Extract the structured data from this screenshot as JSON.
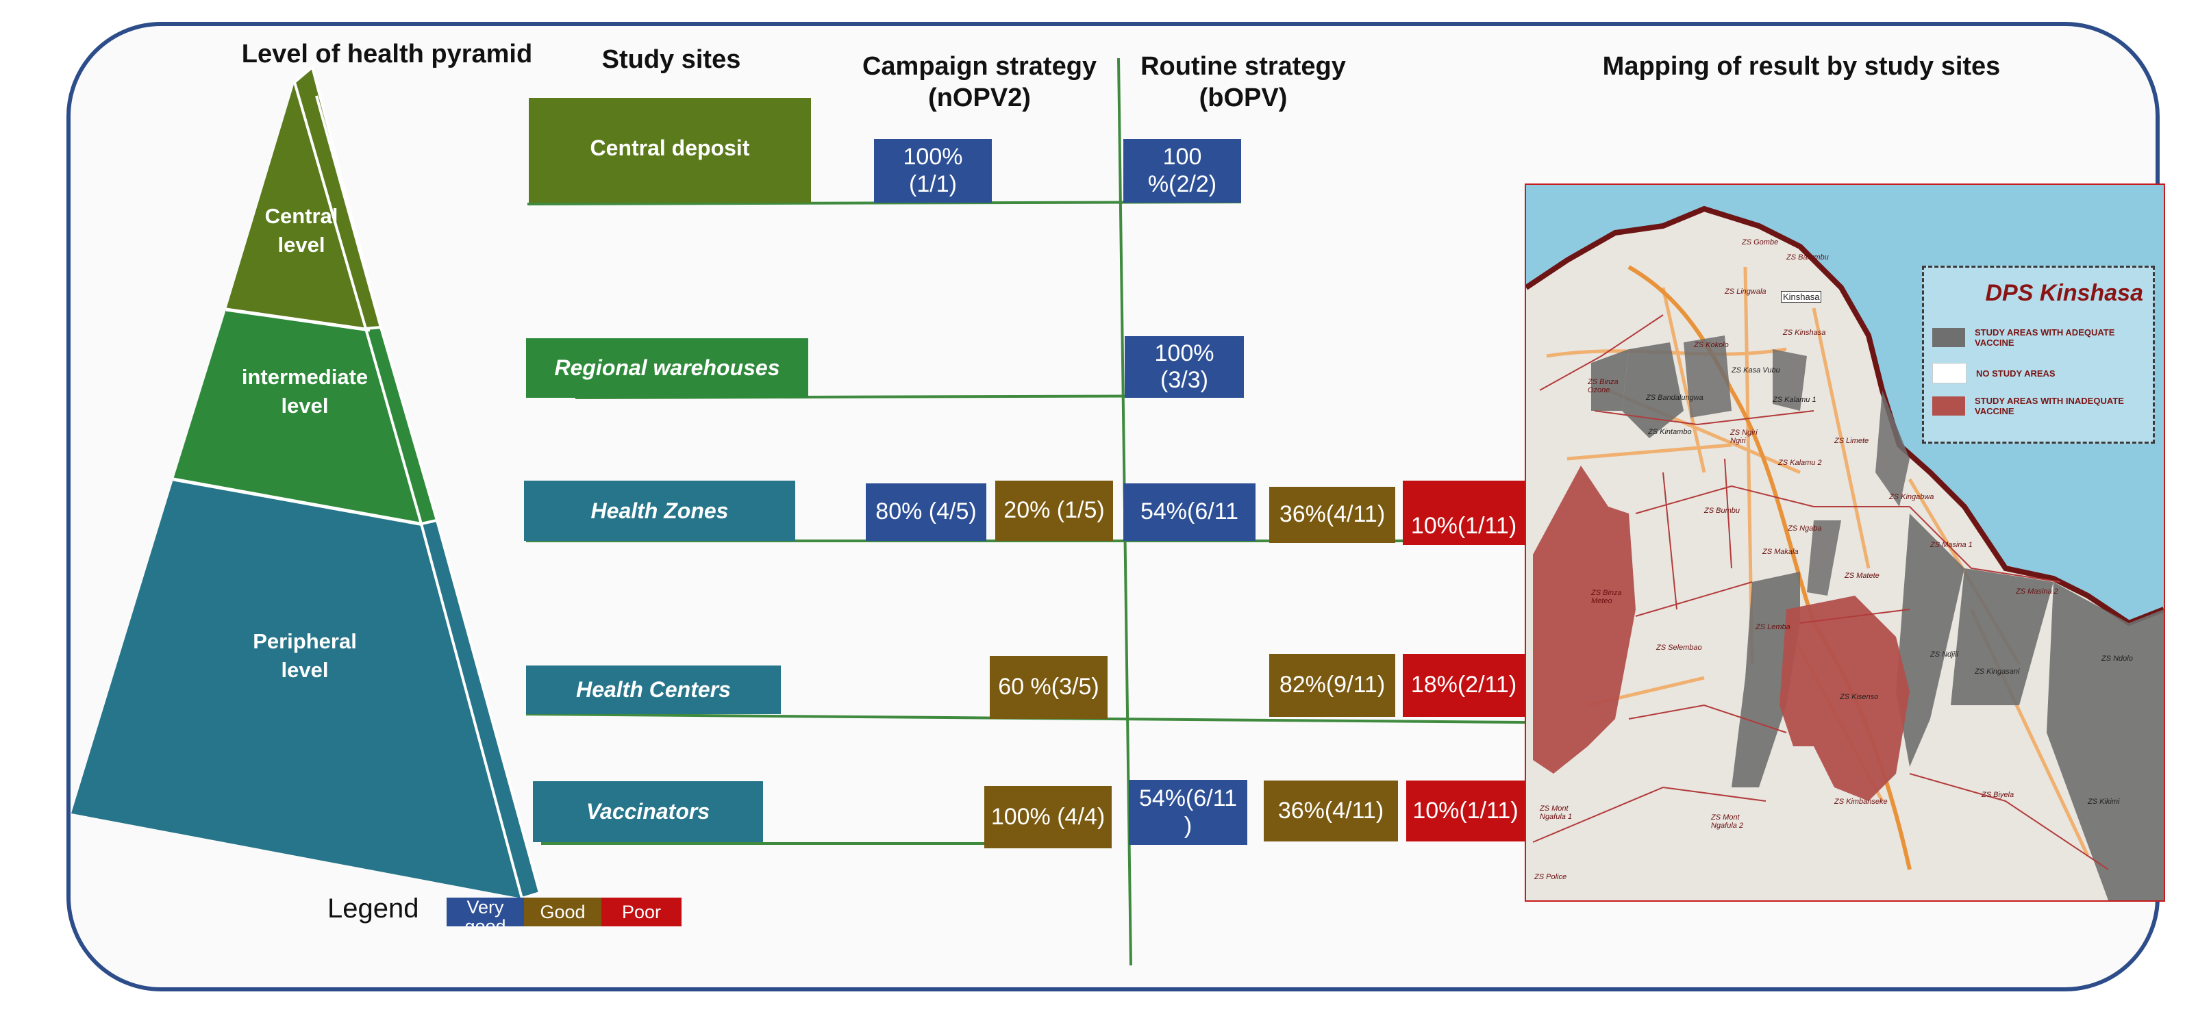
{
  "headers": {
    "pyramid": "Level of health pyramid",
    "sites": "Study sites",
    "campaign": "Campaign strategy\n(nOPV2)",
    "routine": "Routine strategy\n(bOPV)",
    "mapping": "Mapping of result by study sites"
  },
  "pyramid": {
    "central": "Central\nlevel",
    "intermediate": "intermediate\nlevel",
    "peripheral": "Peripheral\nlevel"
  },
  "sites": {
    "central": "Central deposit",
    "regional": "Regional warehouses",
    "zones": "Health Zones",
    "centers": "Health Centers",
    "vaccinators": "Vaccinators"
  },
  "cells": {
    "central_camp_vg": "100%\n(1/1)",
    "central_rout_vg": "100\n%(2/2)",
    "regional_rout_vg": "100%\n(3/3)",
    "zones_camp_vg": "80% (4/5)",
    "zones_camp_gd": "20% (1/5)",
    "zones_rout_vg": "54%(6/11",
    "zones_rout_gd": "36%(4/11)",
    "zones_rout_pr": "10%(1/11)",
    "centers_camp_gd": "60 %(3/5)",
    "centers_rout_gd": "82%(9/11)",
    "centers_rout_pr": "18%(2/11)",
    "vacc_camp_gd": "100% (4/4)",
    "vacc_rout_vg": "54%(6/11\n)",
    "vacc_rout_gd": "36%(4/11)",
    "vacc_rout_pr": "10%(1/11)"
  },
  "legend": {
    "title": "Legend",
    "very_good": "Very\ngood",
    "good": "Good",
    "poor": "Poor"
  },
  "map": {
    "title": "DPS Kinshasa",
    "legend_adequate": "STUDY AREAS WITH ADEQUATE VACCINE",
    "legend_none": "NO STUDY AREAS",
    "legend_inadequate": "STUDY AREAS WITH INADEQUATE VACCINE",
    "zones": {
      "gombe": "ZS Gombe",
      "barumbu": "ZS Barumbu",
      "lingwala": "ZS Lingwala",
      "kinshasa": "Kinshasa",
      "kinshasa_zs": "ZS Kinshasa",
      "kokolo": "ZS Kokolo",
      "binza_ozone": "ZS Binza\nOzone",
      "bandalungwa": "ZS Bandalungwa",
      "kasa_vubu": "ZS Kasa Vubu",
      "kalamu1": "ZS Kalamu 1",
      "kintambo": "ZS Kintambo",
      "ngiri_ngiri": "ZS Ngiri\nNgiri",
      "limete": "ZS Limete",
      "kalamu2": "ZS Kalamu 2",
      "kingabwa": "ZS Kingabwa",
      "masina1": "ZS Masina 1",
      "masina2": "ZS Masina 2",
      "bumbu": "ZS Bumbu",
      "ngaba": "ZS Ngaba",
      "makala": "ZS Makala",
      "matete": "ZS Matete",
      "binza_meteo": "ZS Binza\nMeteo",
      "selembao": "ZS Selembao",
      "lemba": "ZS Lemba",
      "ndjili": "ZS Ndjili",
      "kingasani": "ZS Kingasani",
      "ndolo": "ZS Ndolo",
      "kisenso": "ZS Kisenso",
      "mont_ngafula1": "ZS Mont\nNgafula 1",
      "mont_ngafula2": "ZS Mont\nNgafula 2",
      "kimbanseke": "ZS Kimbanseke",
      "biyela": "ZS Biyela",
      "kikimi": "ZS Kikimi",
      "police": "ZS Police"
    }
  },
  "colors": {
    "very_good": "#2c4f95",
    "good": "#7a5a10",
    "poor": "#c40f12",
    "central_green": "#5a7a1c",
    "intermediate_green": "#2e8a3a",
    "peripheral_teal": "#26758a",
    "frame": "#2d4d8a",
    "map_adequate": "#6f6f6f",
    "map_inadequate": "#b2504c",
    "map_water": "#8fcbe0"
  }
}
